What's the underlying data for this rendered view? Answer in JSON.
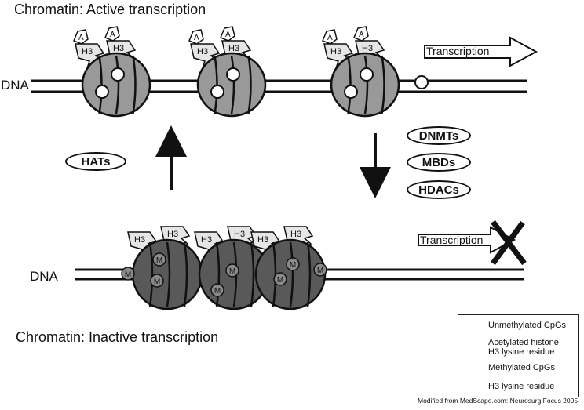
{
  "titles": {
    "active": "Chromatin:  Active transcription",
    "inactive": "Chromatin:  Inactive transcription"
  },
  "dna_label": "DNA",
  "transcription_label": "Transcription",
  "enzymes": {
    "up": [
      "HATs"
    ],
    "down": [
      "DNMTs",
      "MBDs",
      "HDACs"
    ]
  },
  "acetyl_label": "A",
  "histone_label": "H3",
  "methyl_label": "M",
  "legend": {
    "unmethylated": "Unmethylated CpGs",
    "acetylated": "Acetylated histone\nH3 lysine residue",
    "methylated": "Methylated CpGs",
    "h3": "H3 lysine residue"
  },
  "credit": "Modified from MedScape.com: Neurosurg Focus 2005",
  "colors": {
    "active_nucleosome": "#999999",
    "inactive_nucleosome": "#595959",
    "outline": "#111111"
  }
}
